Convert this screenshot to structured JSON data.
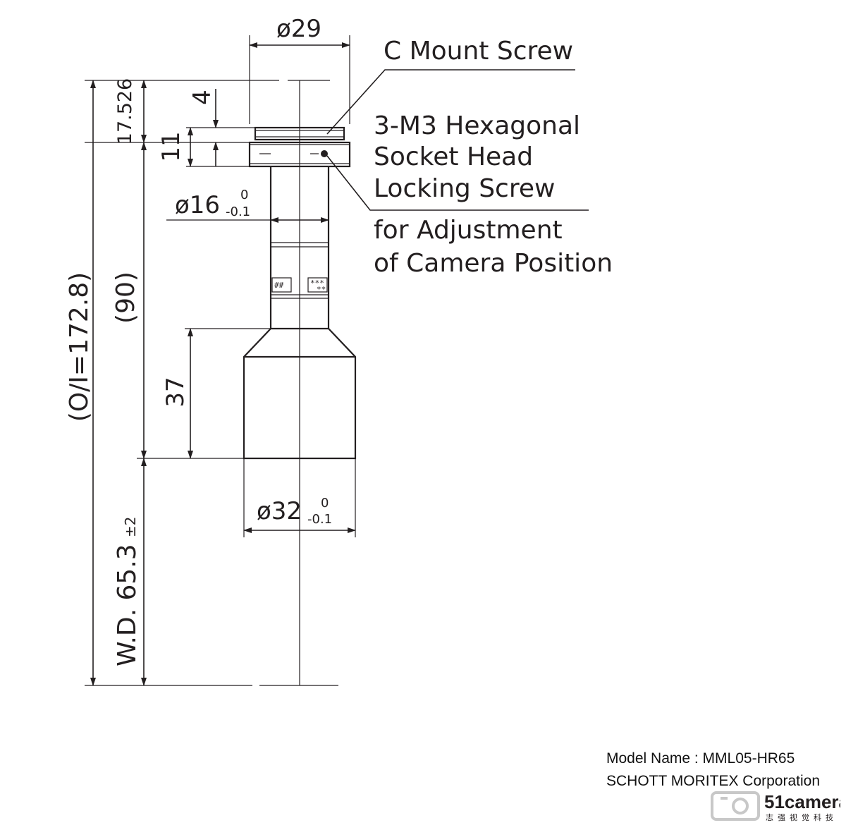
{
  "dimensions": {
    "top_diameter": "ø29",
    "d16_main": "ø16",
    "d16_upper": "0",
    "d16_lower": "-0.1",
    "d32_main": "ø32",
    "d32_upper": "0",
    "d32_lower": "-0.1",
    "height_17526": "17.526",
    "height_4": "4",
    "height_11": "11",
    "oi": "(O/I=172.8)",
    "len_90": "(90)",
    "len_37": "37",
    "wd": "W.D. 65.3",
    "wd_tol": "±2"
  },
  "callouts": {
    "c_mount": "C Mount Screw",
    "locking_1": "3-M3 Hexagonal",
    "locking_2": "Socket Head",
    "locking_3": "Locking Screw",
    "locking_4": "for Adjustment",
    "locking_5": "of Camera Position"
  },
  "markings": {
    "left_box": "##",
    "right_box_top": "***",
    "right_box_bottom": "**"
  },
  "footer": {
    "model": "Model Name : MML05-HR65",
    "company": "SCHOTT MORITEX Corporation"
  },
  "watermark": {
    "brand": "51camera",
    "tagline": "志强视觉科技"
  },
  "colors": {
    "line": "#231f20",
    "watermark": "#c8c8c8"
  }
}
